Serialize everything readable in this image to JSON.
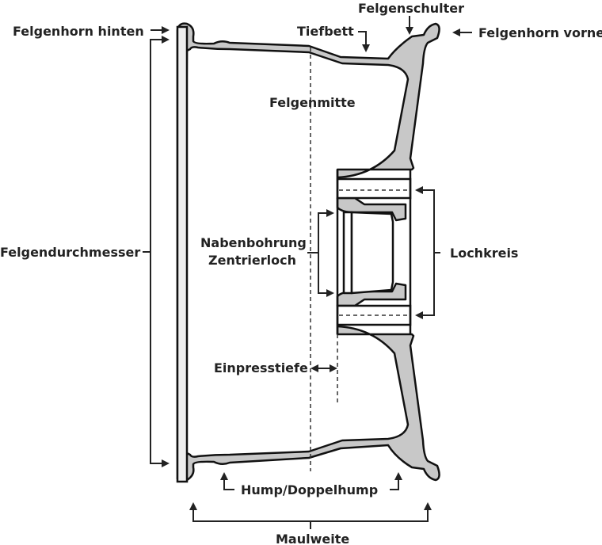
{
  "diagram": {
    "type": "rim-cross-section",
    "labels": {
      "felgenhorn_hinten": "Felgenhorn hinten",
      "felgenschulter": "Felgenschulter",
      "tiefbett": "Tiefbett",
      "felgenhorn_vorne": "Felgenhorn vorne",
      "felgenmitte": "Felgenmitte",
      "felgendurchmesser": "Felgendurchmesser",
      "nabenbohrung": "Nabenbohrung",
      "zentrierloch": "Zentrierloch",
      "lochkreis": "Lochkreis",
      "einpresstiefe": "Einpresstiefe",
      "hump": "Hump/Doppelhump",
      "maulweite": "Maulweite"
    },
    "colors": {
      "fill": "#c8c8c8",
      "outline": "#111111",
      "text": "#222222"
    }
  }
}
